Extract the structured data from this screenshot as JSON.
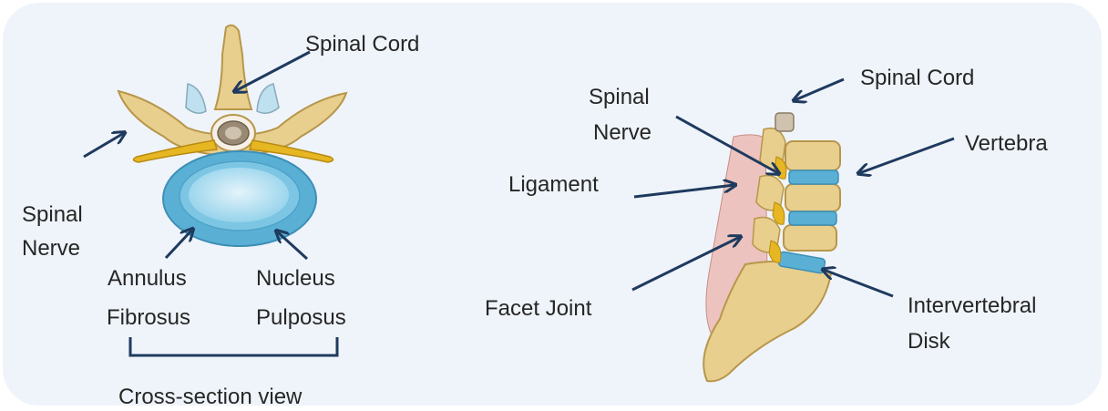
{
  "cross_section": {
    "labels": {
      "spinal_cord": "Spinal Cord",
      "spinal_nerve_line1": "Spinal",
      "spinal_nerve_line2": "Nerve",
      "annulus_line1": "Annulus",
      "annulus_line2": "Fibrosus",
      "nucleus_line1": "Nucleus",
      "nucleus_line2": "Pulposus",
      "view_caption": "Cross-section view"
    }
  },
  "side_view": {
    "labels": {
      "spinal_cord": "Spinal Cord",
      "spinal_nerve_line1": "Spinal",
      "spinal_nerve_line2": "Nerve",
      "vertebra": "Vertebra",
      "ligament": "Ligament",
      "facet_joint": "Facet Joint",
      "disk_line1": "Intervertebral",
      "disk_line2": "Disk"
    }
  },
  "colors": {
    "arrow": "#1f3a5f",
    "bone": "#e8cf8e",
    "nerve": "#e6b623",
    "disc": "#5ab0d4",
    "ligament": "#e8b4b0",
    "panel": "#eff4fa"
  }
}
